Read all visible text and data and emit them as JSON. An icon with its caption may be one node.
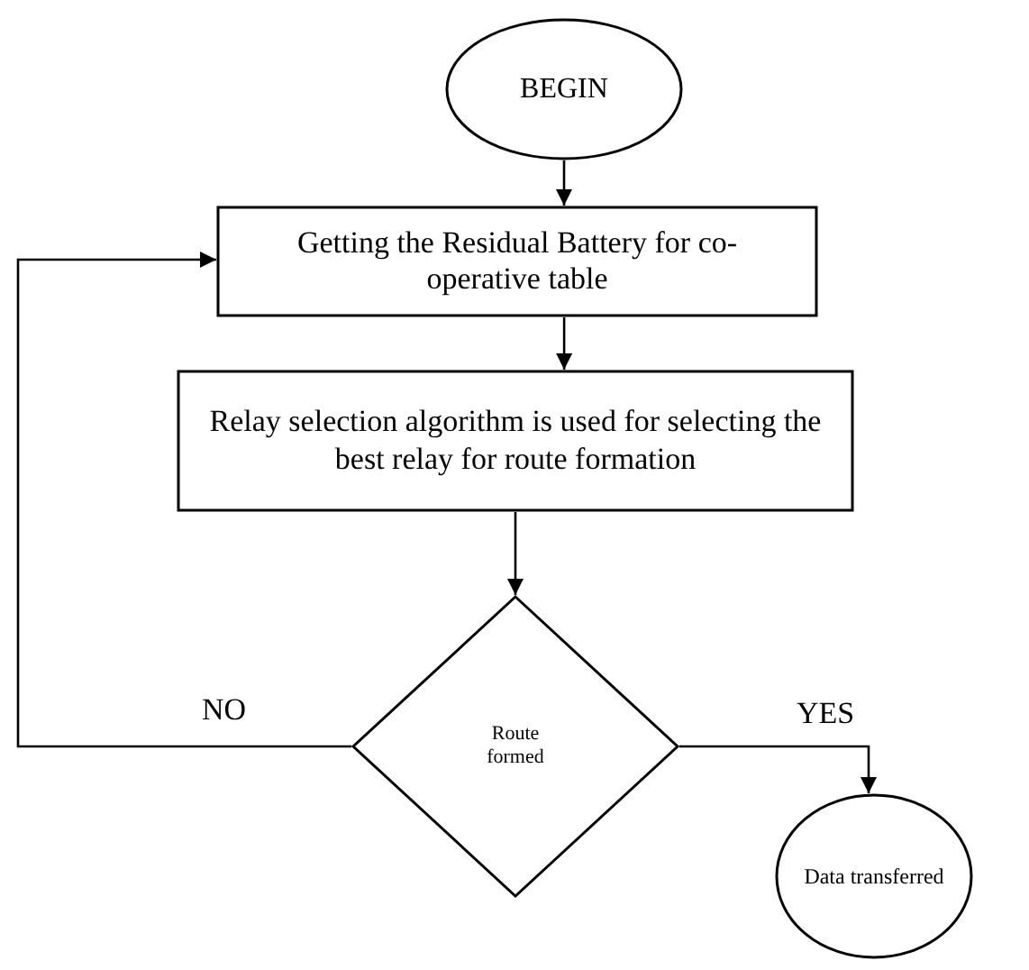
{
  "diagram": {
    "nodes": [
      {
        "text": [
          "BEGIN"
        ]
      },
      {
        "text": [
          "Getting the Residual Battery for co-operative table"
        ]
      },
      {
        "text": [
          "Relay selection algorithm is used for selecting the best relay for route formation"
        ]
      },
      {
        "text": [
          "Route formed"
        ]
      },
      {
        "text": [
          "Data transferred"
        ]
      }
    ],
    "edges": [
      {
        "from": 0,
        "to": 1,
        "arrow": "to"
      },
      {
        "from": 1,
        "to": 2,
        "arrow": "to"
      },
      {
        "from": 2,
        "to": 3,
        "arrow": "to"
      },
      {
        "from": 3,
        "to": 1,
        "arrow": "to",
        "label": "NO"
      },
      {
        "from": 3,
        "to": 4,
        "arrow": "to",
        "label": "YES"
      }
    ]
  }
}
